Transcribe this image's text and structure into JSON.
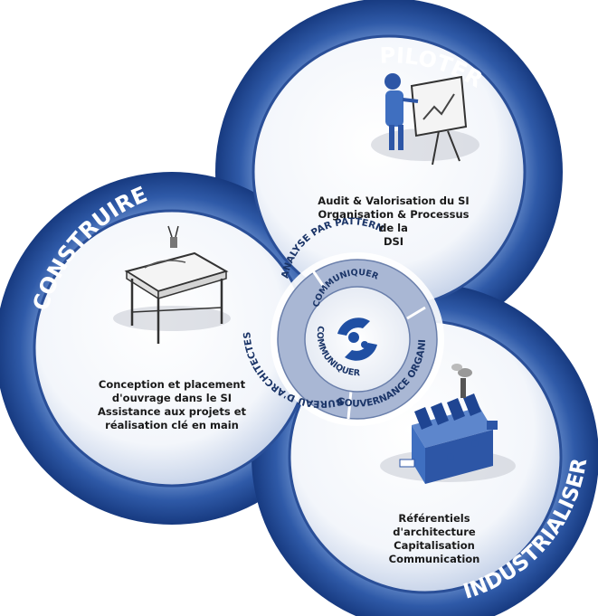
{
  "lobes": {
    "piloter": {
      "title": "PILOTER",
      "desc": [
        "Audit & Valorisation du SI",
        "Organisation & Processus de la",
        "DSI"
      ]
    },
    "construire": {
      "title": "CONSTRUIRE",
      "desc": [
        "Conception et placement",
        "d'ouvrage dans le SI",
        "Assistance aux projets et",
        "réalisation clé en main"
      ]
    },
    "industrialiser": {
      "title": "INDUSTRIALISER",
      "desc": [
        "Référentiels d'architecture",
        "Capitalisation",
        "Communication"
      ]
    }
  },
  "center": {
    "segments": {
      "top": "ANALYSE PAR PATTERN",
      "left": "BUREAU D'ARCHITECTES",
      "bottom": "GOUVERNANCE ORGANIQUE"
    },
    "inner_top": "COMMUNIQUER",
    "inner_bottom": "COMMUNIQUER"
  },
  "colors": {
    "ring_dark": "#1b3f8a",
    "ring_light": "#5b7fc4",
    "fill_light": "#eef2f9",
    "center_ring": "#a9b7d4",
    "center_text": "#1b3568",
    "logo": "#1f4fa3"
  }
}
